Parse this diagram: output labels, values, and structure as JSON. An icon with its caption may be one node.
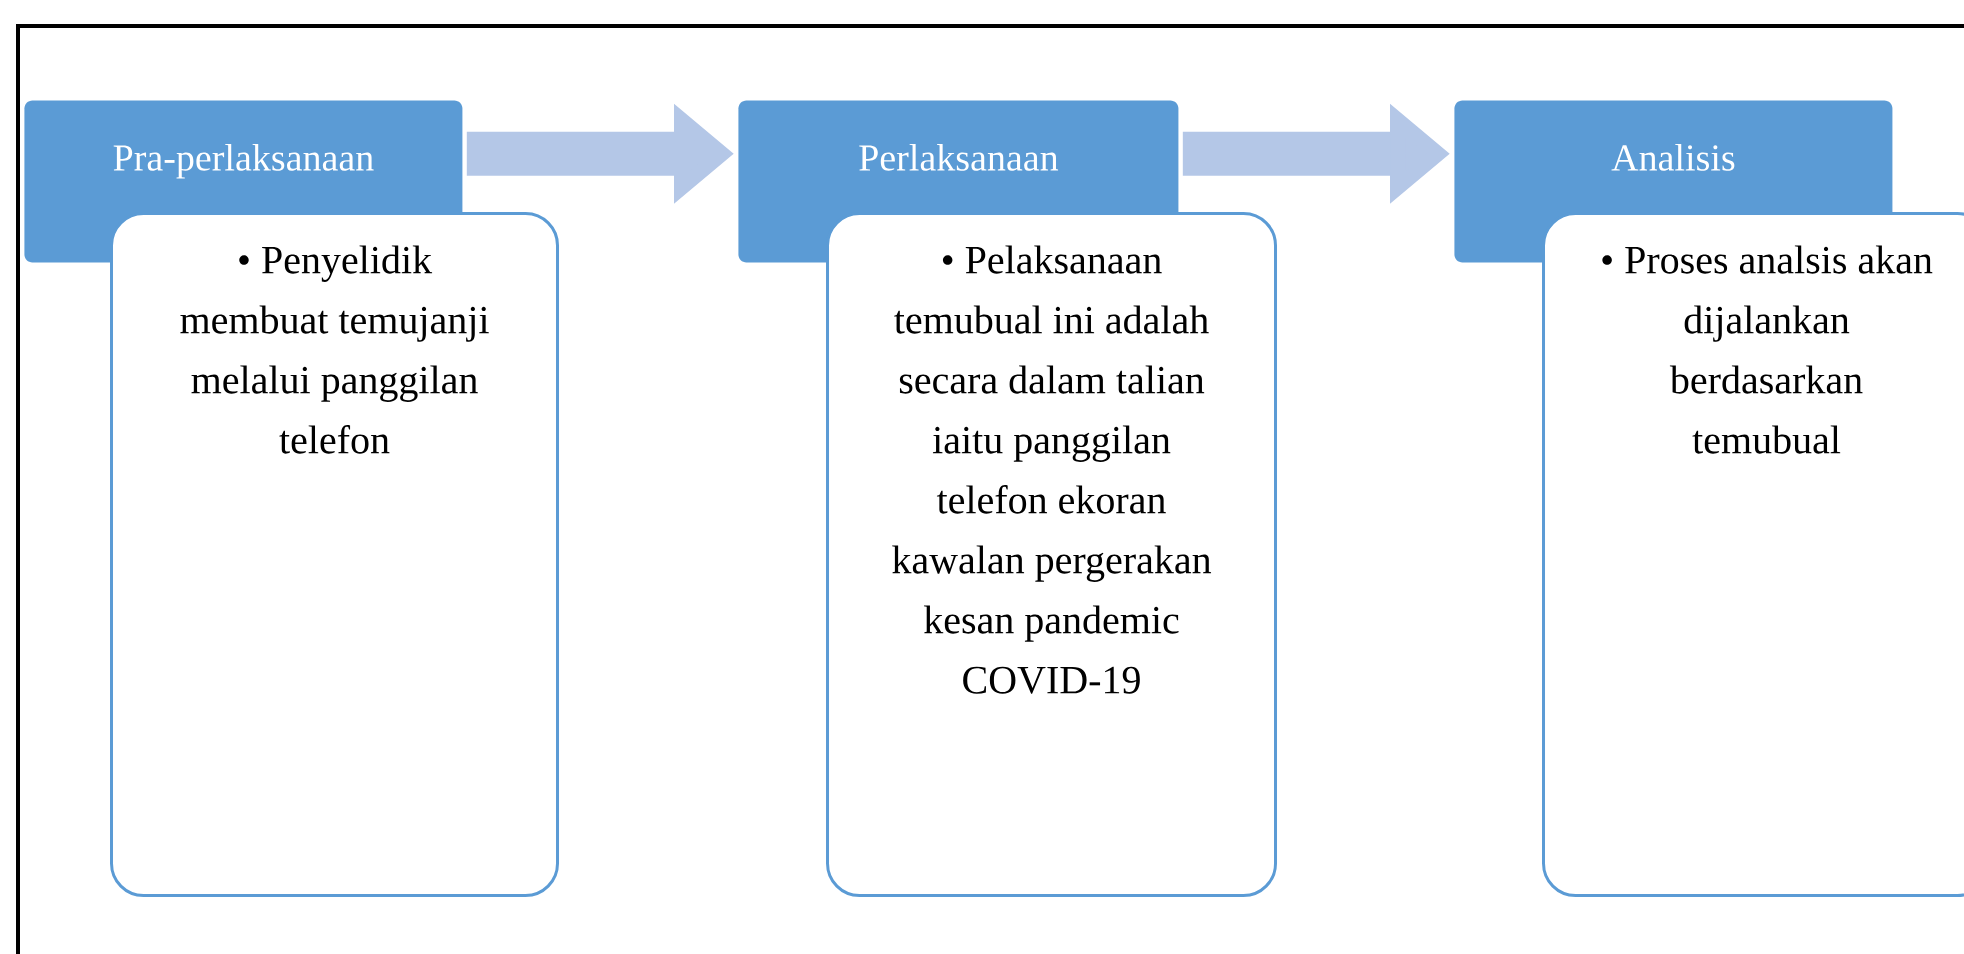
{
  "diagram": {
    "nodes": [
      {
        "text": [
          "Pra-perlaksanaan"
        ]
      },
      {
        "text": [
          "• Penyelidik membuat temujanji melalui panggilan telefon"
        ]
      },
      {
        "text": [
          "Perlaksanaan"
        ]
      },
      {
        "text": [
          "• Pelaksanaan temubual ini adalah secara dalam talian iaitu panggilan telefon ekoran kawalan pergerakan kesan pandemic COVID-19"
        ]
      },
      {
        "text": [
          "Analisis"
        ]
      },
      {
        "text": [
          "• Proses analsis akan dijalankan berdasarkan temubual"
        ]
      }
    ],
    "edges": [
      {
        "from": 0,
        "to": 2,
        "arrow": "to"
      },
      {
        "from": 2,
        "to": 4,
        "arrow": "to"
      }
    ]
  }
}
